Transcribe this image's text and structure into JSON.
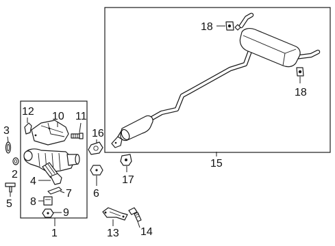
{
  "callouts": {
    "c1": "1",
    "c2": "2",
    "c3": "3",
    "c4": "4",
    "c5": "5",
    "c6": "6",
    "c7": "7",
    "c8": "8",
    "c9": "9",
    "c10": "10",
    "c11": "11",
    "c12": "12",
    "c13": "13",
    "c14": "14",
    "c15": "15",
    "c16": "16",
    "c17": "17",
    "c18a": "18",
    "c18b": "18"
  },
  "colors": {
    "line": "#1a1a1a",
    "background": "#ffffff"
  }
}
